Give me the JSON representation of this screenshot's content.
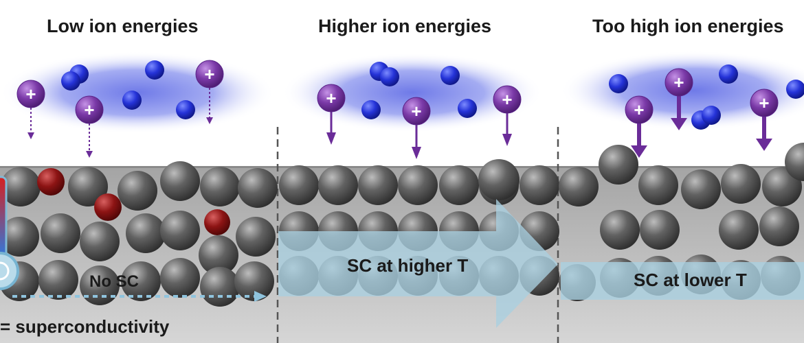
{
  "panels": [
    {
      "title": "Low ion energies",
      "result": "No SC"
    },
    {
      "title": "Higher ion energies",
      "result": "SC at higher T"
    },
    {
      "title": "Too high ion energies",
      "result": "SC at lower T"
    }
  ],
  "legend": {
    "text": "= superconductivity"
  },
  "ion_symbol": "+",
  "colors": {
    "ion": "#7b3aa8",
    "electron": "#2533d8",
    "substrate_atom": "#555555",
    "impurity_atom": "#8b1212",
    "plasma": "#9ea7f2",
    "arrow": "#6a2c98",
    "sc_arrow": "#a9cfe0"
  }
}
